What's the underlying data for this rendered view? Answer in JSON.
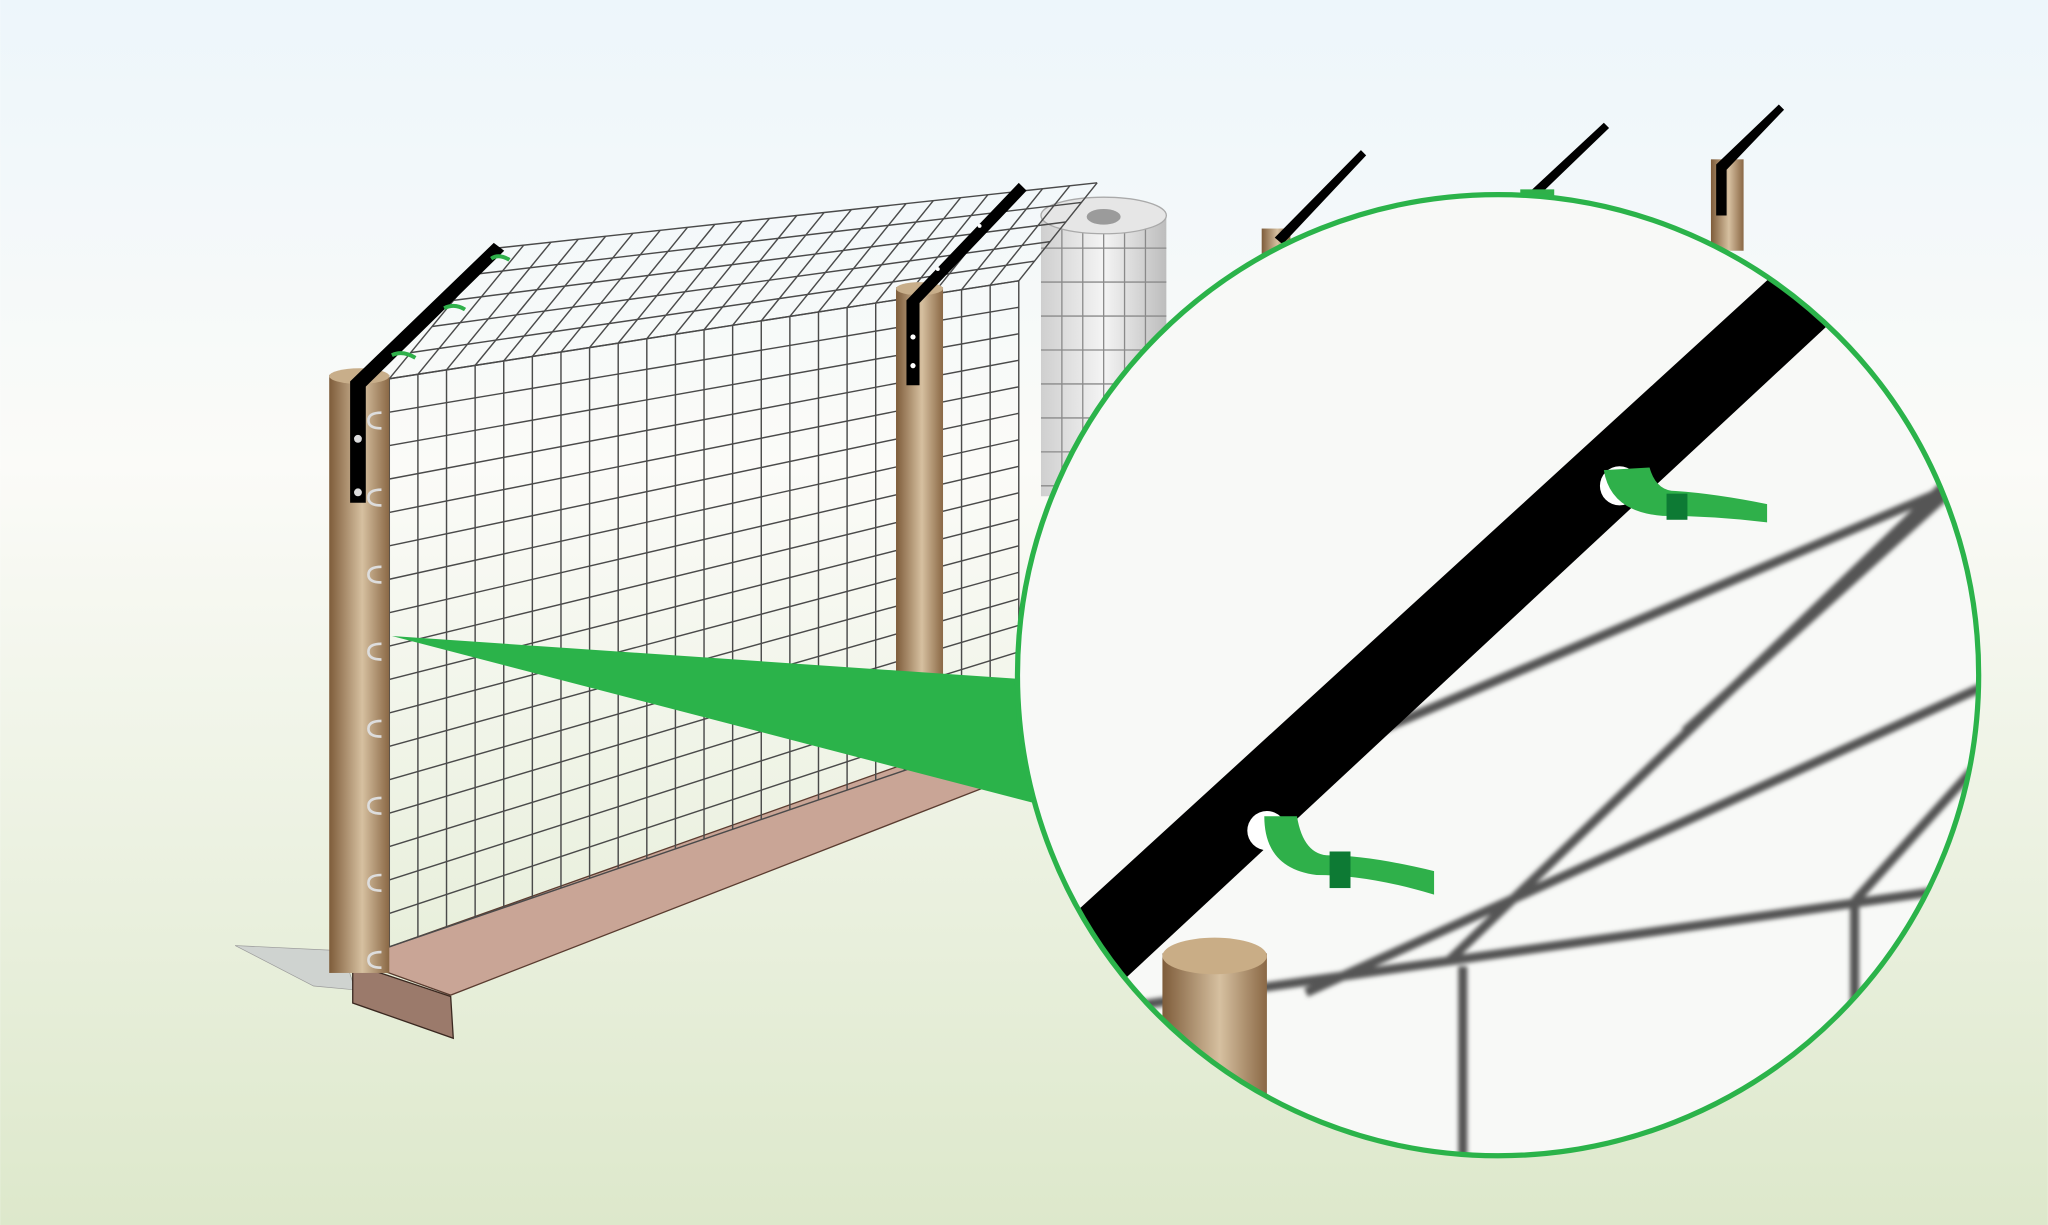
{
  "illustration": {
    "subject": "",
    "colors": {
      "sky_top": "#edf6fb",
      "sky_mid": "#fbfbf8",
      "ground": "#dee8cc",
      "callout_green": "#2bb34a",
      "tie_green": "#2fb04a",
      "post_brown": "#a07c55",
      "mesh": "#4a4a4a",
      "bracket": "#000000",
      "flap_top": "#c9a596",
      "flap_front": "#9b7a6b"
    },
    "icons": [
      "fence-post",
      "wire-mesh",
      "mesh-roll",
      "insulator-bracket",
      "cable-tie",
      "magnifier-callout"
    ]
  }
}
